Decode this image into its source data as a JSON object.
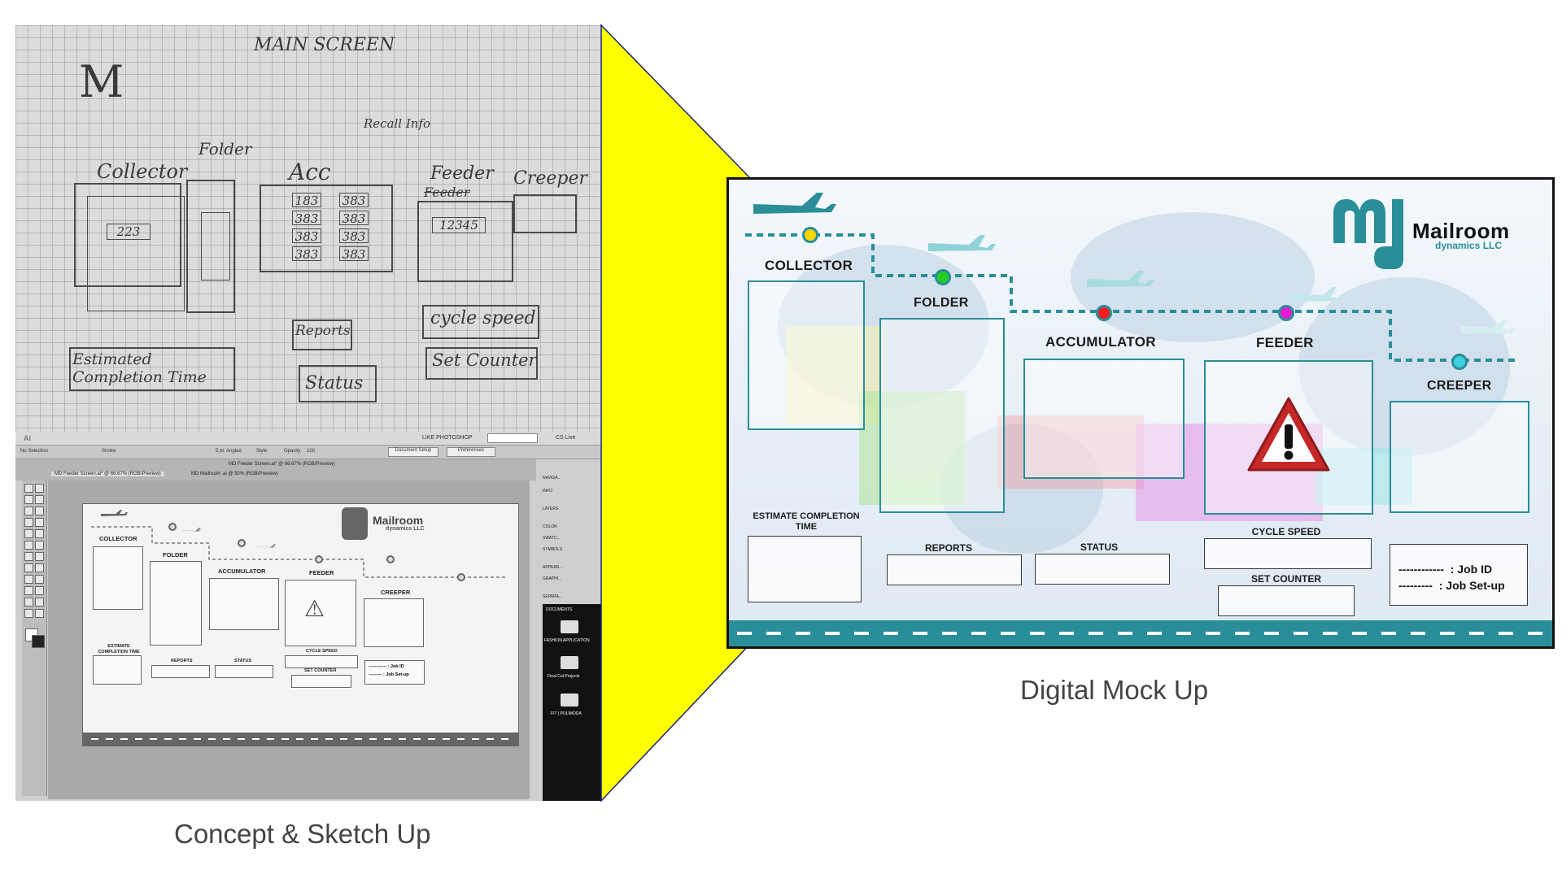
{
  "captions": {
    "concept": "Concept & Sketch Up",
    "digital": "Digital Mock Up"
  },
  "sketch": {
    "title": "MAIN SCREEN",
    "logo": "M",
    "labels": {
      "collector": "Collector",
      "folder": "Folder",
      "acc": "Acc",
      "recall": "Recall Info",
      "feeder": "Feeder",
      "feeder_struck": "Feeder",
      "creeper": "Creeper",
      "cycle_speed": "cycle speed",
      "reports": "Reports",
      "status": "Status",
      "set_counter": "Set Counter",
      "estimated": "Estimated Completion Time"
    },
    "collector_value": "223",
    "feeder_value": "12345",
    "acc_values": [
      "183",
      "383",
      "383",
      "383"
    ],
    "acc_values_right": [
      "383",
      "383",
      "383",
      "383"
    ]
  },
  "illustrator": {
    "workspace": "LIKE PHOTOSHOP",
    "cs_live": "CS Live",
    "no_selection": "No Selection",
    "stroke": "Stroke",
    "style": "Style",
    "opacity": "Opacity",
    "brush": "5 pt. Angled",
    "opacity_value": "100",
    "document_setup": "Document Setup",
    "preferences": "Preferences",
    "window_title": "MD Feeder Screen.ai* @ 66.67% (RGB/Preview)",
    "tab1": "MD Feeder Screen.ai* @ 66.67% (RGB/Preview)",
    "tab2": "MD Mailroom .ai @ 50% (RGB/Preview)",
    "panels": [
      "NAVIGA...",
      "INFO",
      "LAYERS",
      "COLOR",
      "SWATC...",
      "SYMBOLS",
      "APPEAR...",
      "GRAPHI...",
      "SEPARA..."
    ],
    "dock": [
      "DOCUMENTS",
      "FASHION APPLICATION",
      "Final Cut Projects",
      "FIT | POLIMODA"
    ]
  },
  "mock": {
    "brand_name": "Mailroom",
    "brand_sub": "dynamics LLC",
    "stages": {
      "collector": "COLLECTOR",
      "folder": "FOLDER",
      "accumulator": "ACCUMULATOR",
      "feeder": "FEEDER",
      "creeper": "CREEPER"
    },
    "fields": {
      "estimate": "ESTIMATE COMPLETION TIME",
      "reports": "REPORTS",
      "status": "STATUS",
      "cycle_speed": "CYCLE SPEED",
      "set_counter": "SET COUNTER"
    },
    "job": {
      "id_dashes": "------------",
      "id_label": ": Job ID",
      "setup_dashes": "---------",
      "setup_label": ": Job Set-up"
    },
    "node_colors": {
      "collector": "#ffd600",
      "folder": "#22cc22",
      "accumulator": "#ff1a1a",
      "feeder": "#e61ad4",
      "creeper": "#3fd0e0"
    },
    "accent": "#2a8e98"
  }
}
